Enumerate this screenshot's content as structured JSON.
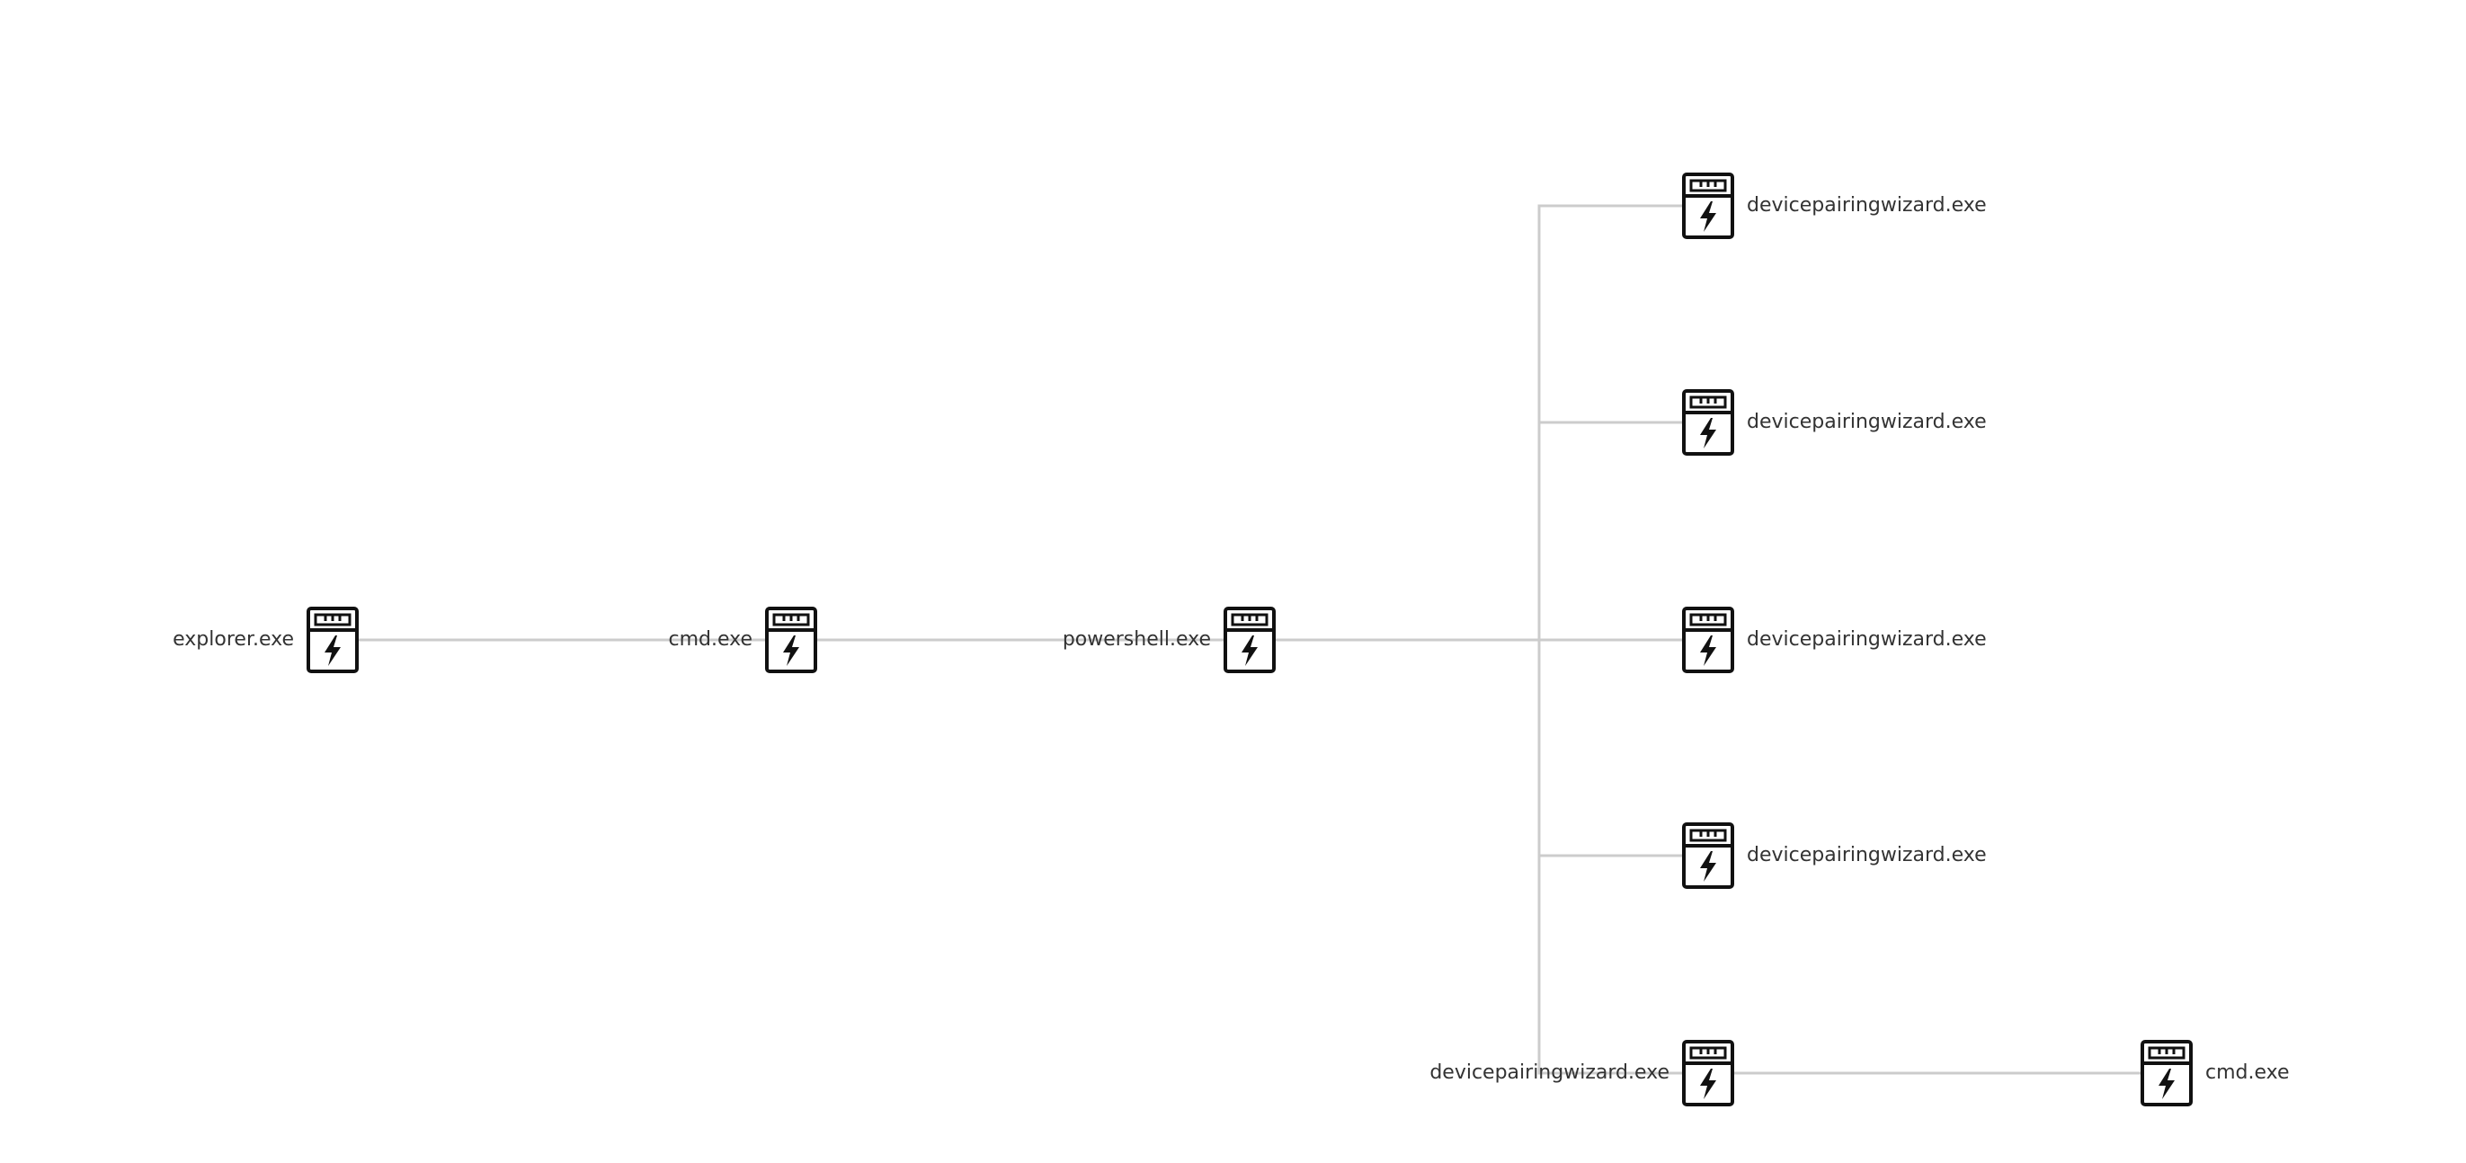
{
  "colors": {
    "background": "#ffffff",
    "edge": "#cccccc",
    "icon_stroke": "#111111",
    "label": "#333333"
  },
  "icon_name": "process-icon",
  "nodes": [
    {
      "id": "n1",
      "label": "explorer.exe",
      "label_side": "left"
    },
    {
      "id": "n2",
      "label": "cmd.exe",
      "label_side": "left"
    },
    {
      "id": "n3",
      "label": "powershell.exe",
      "label_side": "left"
    },
    {
      "id": "n4",
      "label": "devicepairingwizard.exe",
      "label_side": "right"
    },
    {
      "id": "n5",
      "label": "devicepairingwizard.exe",
      "label_side": "right"
    },
    {
      "id": "n6",
      "label": "devicepairingwizard.exe",
      "label_side": "right"
    },
    {
      "id": "n7",
      "label": "devicepairingwizard.exe",
      "label_side": "right"
    },
    {
      "id": "n8",
      "label": "devicepairingwizard.exe",
      "label_side": "left"
    },
    {
      "id": "n9",
      "label": "cmd.exe",
      "label_side": "right"
    }
  ],
  "edges": [
    {
      "from": "n1",
      "to": "n2"
    },
    {
      "from": "n2",
      "to": "n3"
    },
    {
      "from": "n3",
      "to": "n4"
    },
    {
      "from": "n3",
      "to": "n5"
    },
    {
      "from": "n3",
      "to": "n6"
    },
    {
      "from": "n3",
      "to": "n7"
    },
    {
      "from": "n3",
      "to": "n8"
    },
    {
      "from": "n8",
      "to": "n9"
    }
  ]
}
